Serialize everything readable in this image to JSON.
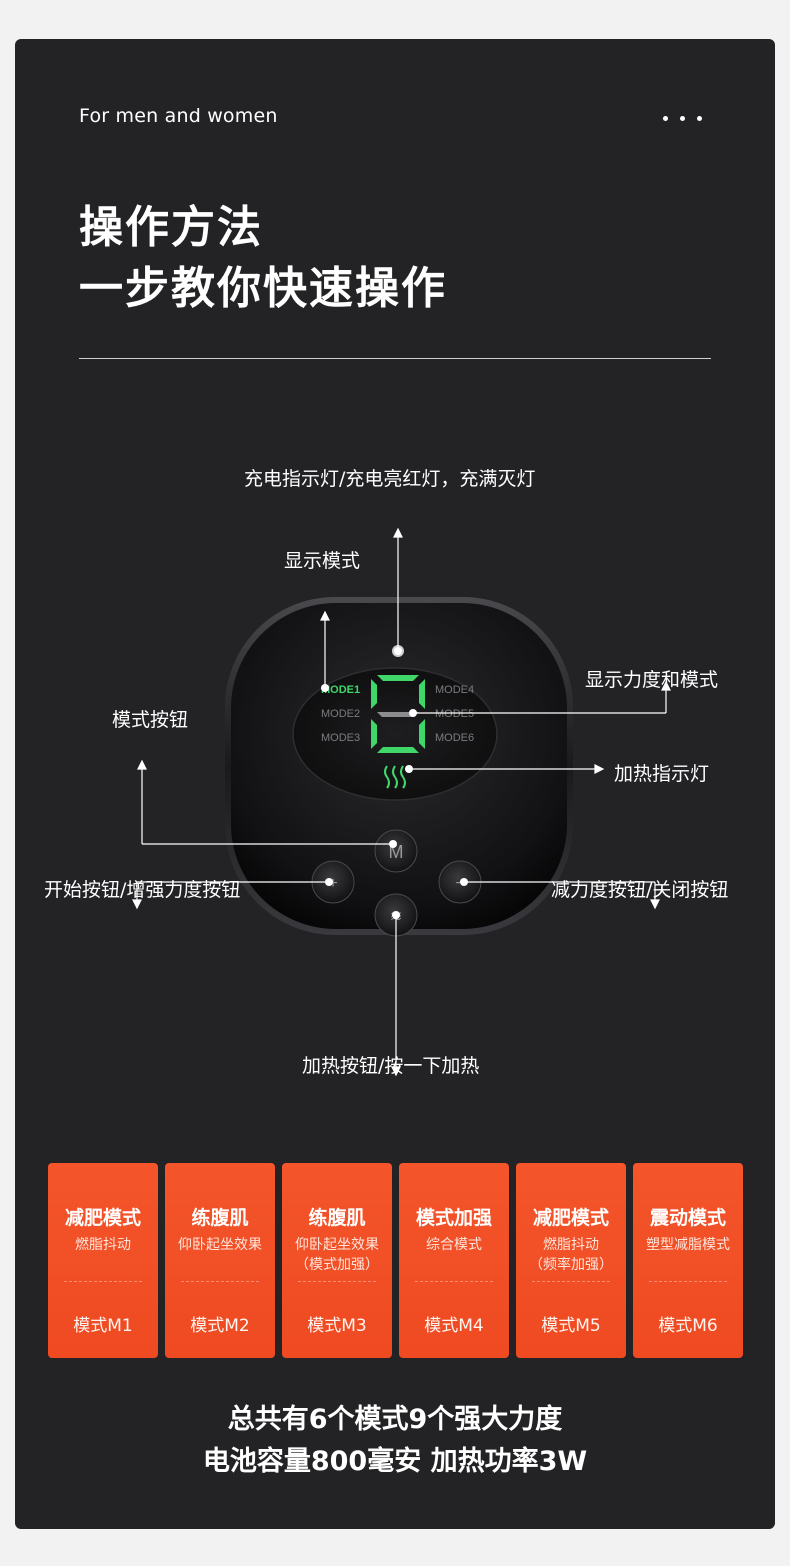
{
  "header": {
    "tagline": "For men and women",
    "title_line1": "操作方法",
    "title_line2": "一步教你快速操作"
  },
  "device": {
    "display_modes_left": [
      "MODE1",
      "MODE2",
      "MODE3"
    ],
    "display_modes_right": [
      "MODE4",
      "MODE5",
      "MODE6"
    ],
    "active_mode": "MODE1",
    "digit": "8",
    "accent_green": "#3fd66a",
    "buttons": [
      "mode-button",
      "increase-button",
      "decrease-button",
      "heat-button"
    ]
  },
  "labels": {
    "charge_indicator": "充电指示灯/充电亮红灯，充满灭灯",
    "display_mode": "显示模式",
    "show_strength_mode": "显示力度和模式",
    "mode_button": "模式按钮",
    "heat_indicator": "加热指示灯",
    "start_increase": "开始按钮/增强力度按钮",
    "decrease_close": "减力度按钮/关闭按钮",
    "heat_button": "加热按钮/按一下加热"
  },
  "modes": [
    {
      "name": "减肥模式",
      "desc": "燃脂抖动",
      "code": "模式M1"
    },
    {
      "name": "练腹肌",
      "desc": "仰卧起坐效果",
      "code": "模式M2"
    },
    {
      "name": "练腹肌",
      "desc": "仰卧起坐效果\n（模式加强）",
      "code": "模式M3"
    },
    {
      "name": "模式加强",
      "desc": "综合模式",
      "code": "模式M4"
    },
    {
      "name": "减肥模式",
      "desc": "燃脂抖动\n（频率加强）",
      "code": "模式M5"
    },
    {
      "name": "震动模式",
      "desc": "塑型减脂模式",
      "code": "模式M6"
    }
  ],
  "summary": {
    "line1": "总共有6个模式9个强大力度",
    "line2": "电池容量800毫安 加热功率3W"
  },
  "colors": {
    "background": "#232326",
    "mode_card": "#f04d24",
    "text": "#ffffff"
  }
}
